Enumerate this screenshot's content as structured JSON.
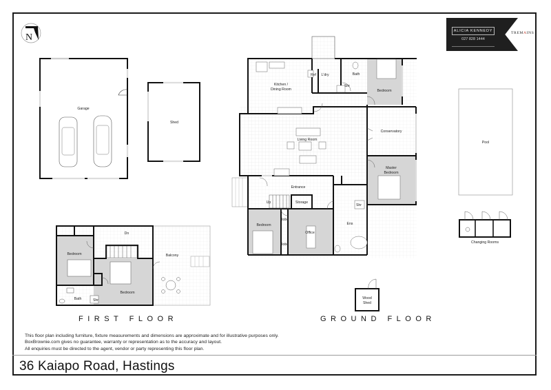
{
  "property": {
    "address": "36 Kaiapo Road, Hastings"
  },
  "branding": {
    "agent_name": "ALICIA KENNEDY",
    "agent_phone": "027 828 1444",
    "agency_prefix": "TREM",
    "agency_accent": "A",
    "agency_suffix": "INS",
    "accent_color": "#c0392b",
    "panel_color": "#1f1f1f"
  },
  "compass": {
    "letter": "N",
    "icon": "north-arrow-icon"
  },
  "floors": {
    "first": {
      "label": "FIRST FLOOR",
      "rooms": {
        "bedroom_1": "Bedroom",
        "bedroom_2": "Bedroom",
        "bath": "Bath",
        "shower": "Shr",
        "balcony": "Balcony",
        "stair_dn": "Dn"
      }
    },
    "ground": {
      "label": "GROUND FLOOR",
      "rooms": {
        "kitchen_line1": "Kitchen /",
        "kitchen_line2": "Dining Room",
        "fridge": "Ref",
        "laundry": "L'dry",
        "bath": "Bath",
        "shower": "Shr",
        "bedroom_north": "Bedroom",
        "living": "Living Room",
        "conservatory": "Conservatory",
        "master_line1": "Master",
        "master_line2": "Bedroom",
        "entrance": "Entrance",
        "stair_up": "Up",
        "storage": "Storage",
        "bedroom_south": "Bedroom",
        "robe_1": "Robe",
        "robe_2": "Robe",
        "office": "Office",
        "ensuite": "Ens",
        "ens_shower": "Shr",
        "wood_shed_line1": "Wood",
        "wood_shed_line2": "Shed"
      }
    }
  },
  "outbuildings": {
    "garage": "Garage",
    "shed": "Shed",
    "pool": "Pool",
    "changing_rooms": "Changing Rooms"
  },
  "disclaimer": {
    "line1": "This floor plan including furniture, fixture measurements and dimensions are approximate and for illustrative purposes only.",
    "line2": "BoxBrownie.com gives no guarantee, warranty or representation as to the accuracy and layout.",
    "line3": "All enquiries must be directed to the agent, vendor or party representing this floor plan."
  }
}
